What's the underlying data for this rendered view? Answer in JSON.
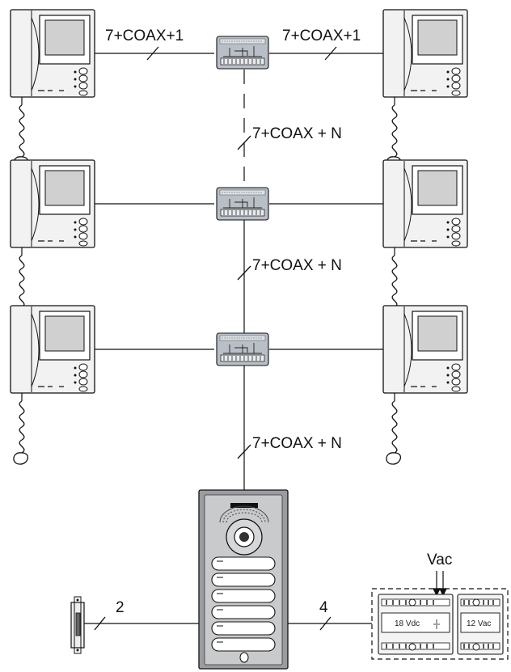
{
  "diagram": {
    "wire_labels": {
      "top_left": "7+COAX+1",
      "top_right": "7+COAX+1",
      "riser_1": "7+COAX + N",
      "riser_2": "7+COAX + N",
      "riser_3": "7+COAX + N",
      "lock_wire": "2",
      "psu_wire": "4"
    },
    "power_supply": {
      "input_label": "Vac",
      "dc_output": "18 Vdc",
      "ac_output": "12 Vac"
    },
    "monitors": {
      "floors": 3,
      "per_floor": 2
    },
    "panel": {
      "push_buttons": 6
    }
  },
  "colors": {
    "line": "#111111",
    "monitor_body": "#f2f2f2",
    "monitor_screen": "#cfcfcf",
    "distributor": "#b9bfc7",
    "panel_face": "#c9cacc",
    "panel_frame": "#9a9c9f"
  }
}
